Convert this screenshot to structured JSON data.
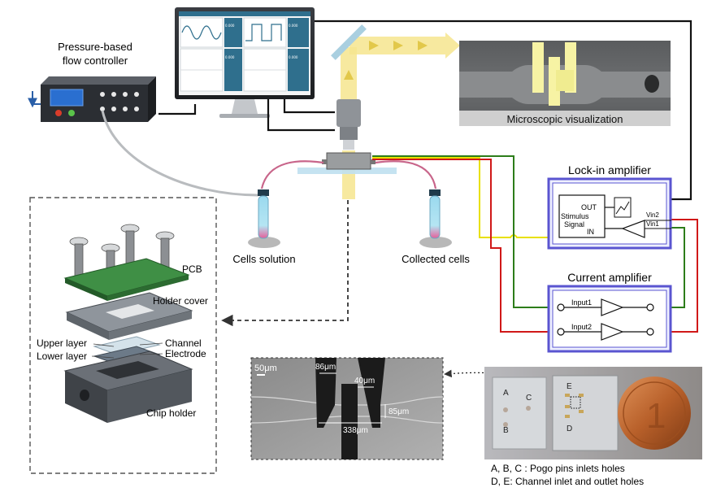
{
  "labels": {
    "flow_controller_line1": "Pressure-based",
    "flow_controller_line2": "flow controller",
    "microscopic_visualization": "Microscopic visualization",
    "lockin_title": "Lock-in amplifier",
    "lockin_out": "OUT",
    "lockin_stimulus": "Stimulus",
    "lockin_signal": "Signal",
    "lockin_in": "IN",
    "lockin_vin2": "Vin2",
    "lockin_vin1": "Vin1",
    "current_title": "Current amplifier",
    "input1": "Input1",
    "input2": "Input2",
    "cells_solution": "Cells solution",
    "collected_cells": "Collected cells",
    "pcb": "PCB",
    "holder_cover": "Holder cover",
    "upper_layer": "Upper layer",
    "channel": "Channel",
    "lower_layer": "Lower layer",
    "electrode": "Electrode",
    "chip_holder": "Chip holder"
  },
  "micrograph": {
    "scale_bar": "50μm",
    "dim_86": "86μm",
    "dim_40": "40μm",
    "dim_85": "85μm",
    "dim_338": "338μm"
  },
  "chip_photo": {
    "hole_a": "A",
    "hole_b": "B",
    "hole_c": "C",
    "hole_d": "D",
    "hole_e": "E",
    "caption_line1": "A, B, C : Pogo pins inlets holes",
    "caption_line2": "D, E: Channel inlet and outlet holes"
  },
  "monitor_readouts": [
    "0.000",
    "0.000",
    "0.000",
    "0.000"
  ],
  "colors": {
    "yellow_wire": "#e8e000",
    "green_wire": "#2d7d1a",
    "red_wire": "#d01818",
    "black_wire": "#111111",
    "tubing": "#c8658a",
    "light_path": "#f4e27a",
    "amp_border": "#5a55d0"
  }
}
